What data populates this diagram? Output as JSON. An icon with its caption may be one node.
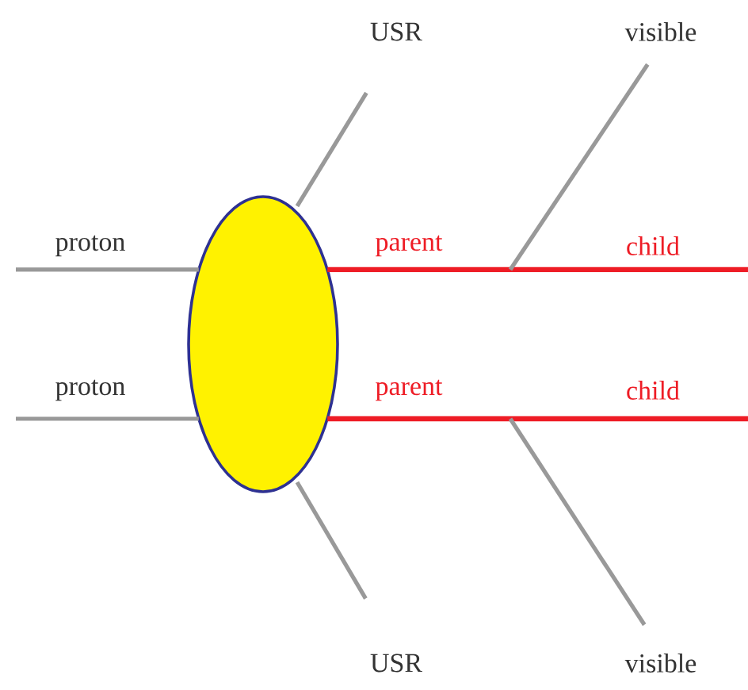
{
  "diagram": {
    "nodes": [
      {
        "text": [],
        "shape": "ellipse"
      },
      {
        "text": [
          "USR"
        ]
      },
      {
        "text": [
          "visible"
        ]
      },
      {
        "text": [
          "USR"
        ]
      },
      {
        "text": [
          "visible"
        ]
      }
    ],
    "edges": [
      {
        "from": null,
        "to": 0,
        "arrow": "none",
        "label": "proton"
      },
      {
        "from": null,
        "to": 0,
        "arrow": "none",
        "label": "proton"
      },
      {
        "from": 0,
        "to": 1,
        "arrow": "none"
      },
      {
        "from": 0,
        "to": 3,
        "arrow": "none"
      },
      {
        "from": 0,
        "to": null,
        "arrow": "none",
        "label": "parent",
        "color": "#ee1c25"
      },
      {
        "from": 0,
        "to": null,
        "arrow": "none",
        "label": "parent",
        "color": "#ee1c25"
      },
      {
        "from": null,
        "to": 2,
        "arrow": "none"
      },
      {
        "from": null,
        "to": 4,
        "arrow": "none"
      }
    ],
    "labels": [
      "child",
      "child"
    ]
  }
}
